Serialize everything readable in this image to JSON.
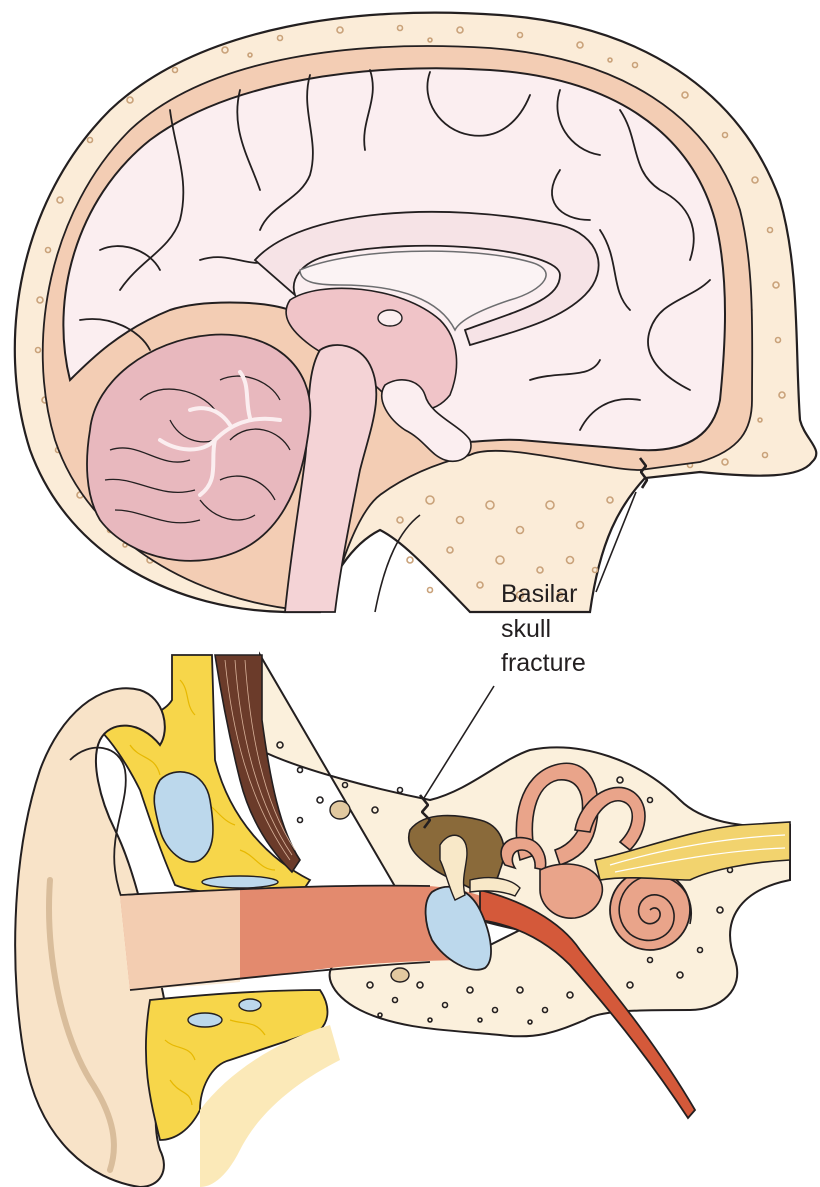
{
  "figure": {
    "label": {
      "line1": "Basilar",
      "line2": "skull",
      "line3": "fracture"
    },
    "colors": {
      "outline": "#231f20",
      "bone": "#fbecd8",
      "bone_pores": "#c9a27a",
      "meninges": "#f3cdb4",
      "brain": "#fbeef0",
      "brainstem": "#f4d3d6",
      "cerebellum": "#e8b8be",
      "corpus_callosum": "#f6e3e6",
      "fatty_tissue": "#f7d64a",
      "ear_skin": "#f8e3c8",
      "fluid": "#bcd8ec",
      "canal": "#d4593a",
      "cochlea": "#e9a48a",
      "nerve": "#f2d36e",
      "fracture_blood": "#8a6a3a"
    }
  }
}
